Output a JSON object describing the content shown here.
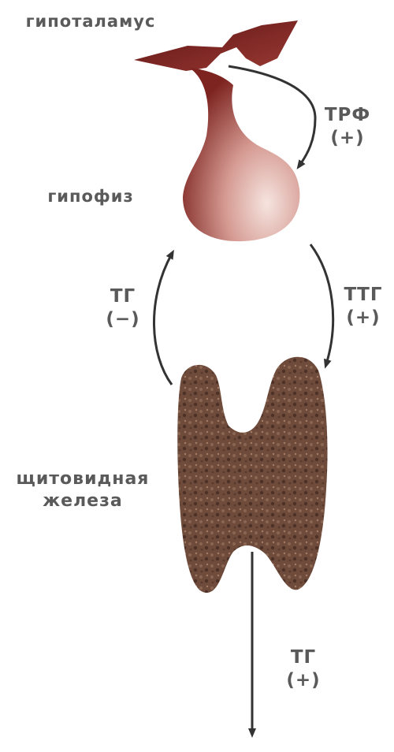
{
  "labels": {
    "hypothalamus": "гипоталамус",
    "pituitary": "гипофиз",
    "thyroid_line1": "щитовидная",
    "thyroid_line2": "железа"
  },
  "arrows": {
    "trf_name": "ТРФ",
    "trf_sign": "(+)",
    "tg_feedback_name": "ТГ",
    "tg_feedback_sign": "(−)",
    "ttg_name": "ТТГ",
    "ttg_sign": "(+)",
    "tg_output_name": "ТГ",
    "tg_output_sign": "(+)"
  },
  "colors": {
    "hypothalamus": "#7a1f1f",
    "pituitary_dark": "#8a2e2a",
    "pituitary_light": "#f3dcd6",
    "thyroid": "#6b4a3a",
    "arrow": "#333333",
    "label": "#5a5a5a"
  }
}
